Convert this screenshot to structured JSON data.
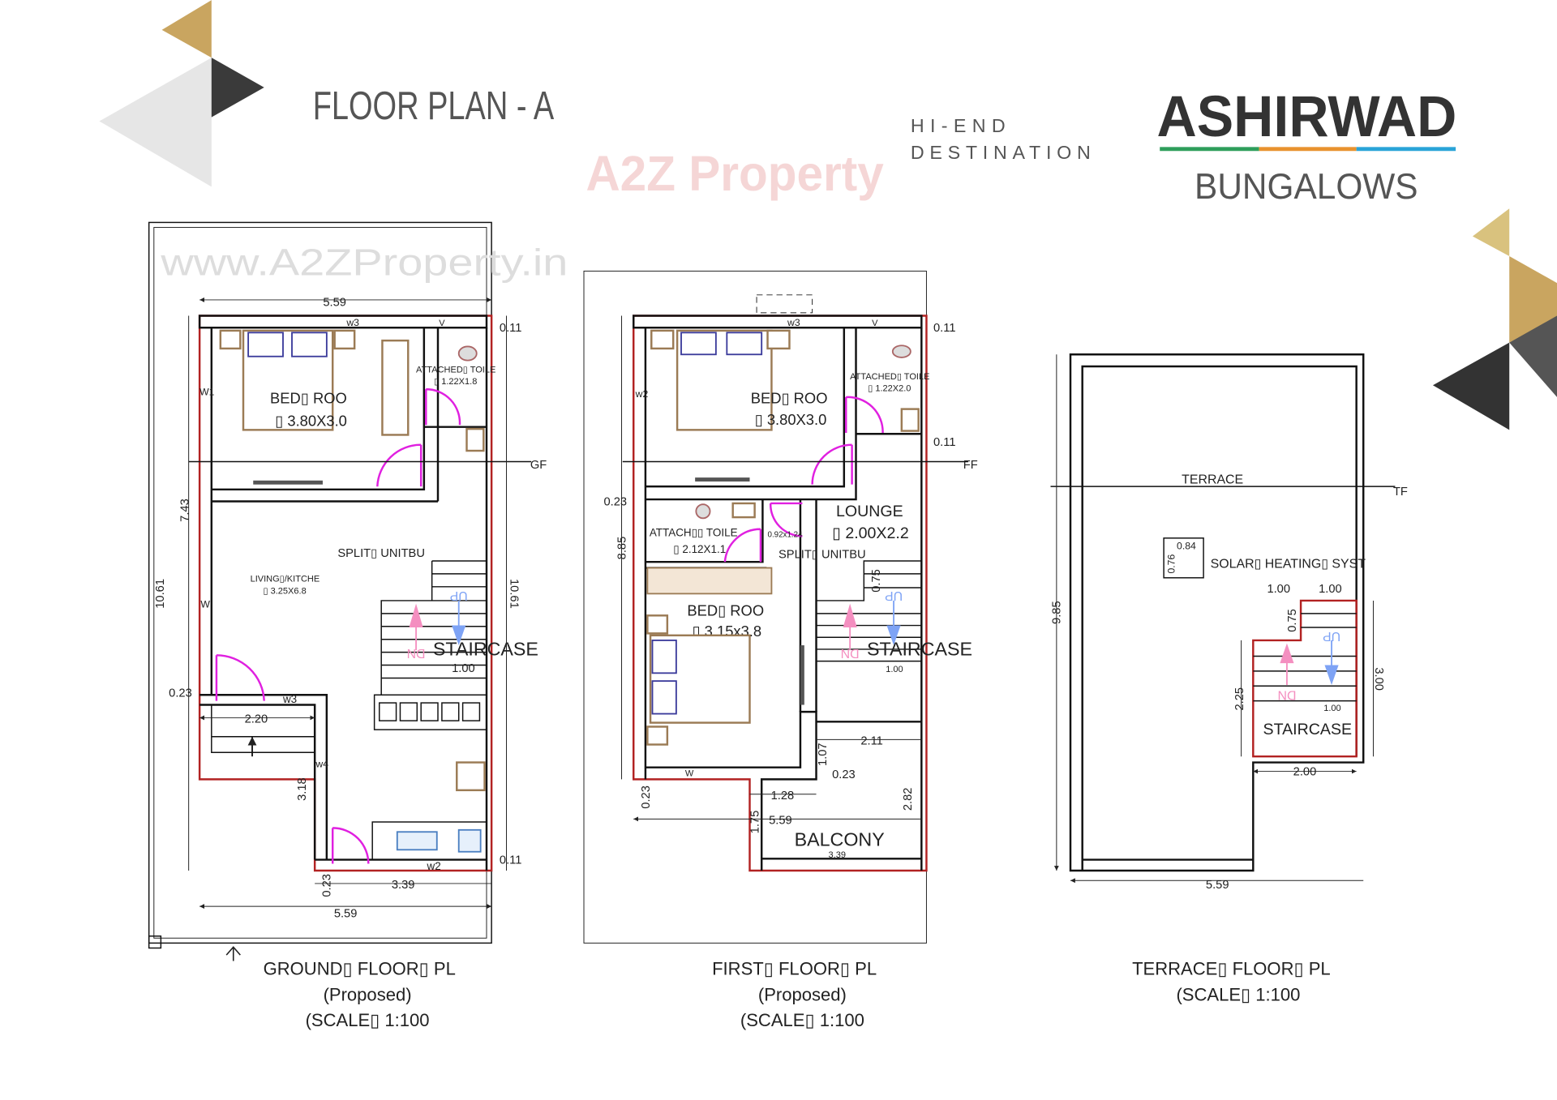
{
  "header": {
    "title": "FLOOR PLAN - A",
    "tagline_1": "HI-END",
    "tagline_2": "DESTINATION",
    "brand": "ASHIRWAD",
    "brand_sub": "BUNGALOWS",
    "watermark_logo": "A2Z Property",
    "watermark_url": "www.A2ZProperty.in",
    "brand_line_colors": [
      "#2e9e5b",
      "#e8922e",
      "#2aa4d8"
    ],
    "accent_gold": "#c9a560",
    "accent_dark": "#3a3a3a"
  },
  "ground": {
    "bedroom": "BED▯ ROO",
    "bedroom_size": "▯ 3.80X3.0",
    "toilet": "ATTACHED▯ TOILE",
    "toilet_size": "▯ 1.22X1.8",
    "split_unit": "SPLIT▯ UNITBU",
    "living": "LIVING▯/KITCHE",
    "living_size": "▯ 3.25X6.8",
    "staircase": "STAIRCASE",
    "up": "UP",
    "dn": "DN",
    "level": "GF",
    "dims": {
      "top": "5.59",
      "right_gap": "0.11",
      "left_total": "10.61",
      "left_part": "7.43",
      "right_total": "10.61",
      "wall": "0.23",
      "porch": "2.20",
      "porch_depth": "3.18",
      "bottom_inner": "3.39",
      "bottom_total": "5.59",
      "bottom_wall": "0.23",
      "bottom_gap": "0.11",
      "stair_w": "1.00"
    },
    "windows": {
      "w3": "w3",
      "w3b": "w3",
      "w2": "w2",
      "w4": "w4",
      "w1": "W1",
      "w": "W",
      "v": "V"
    },
    "caption_1": "GROUND▯ FLOOR▯ PL",
    "caption_2": "(Proposed)",
    "caption_3": "(SCALE▯ 1:100"
  },
  "first": {
    "bedroom1": "BED▯ ROO",
    "bedroom1_size": "▯ 3.80X3.0",
    "toilet1": "ATTACHED▯ TOILE",
    "toilet1_size": "▯ 1.22X2.0",
    "toilet2": "ATTACH▯▯ TOILE",
    "toilet2_size": "▯ 2.12X1.1",
    "passage_size": "0.92x1.24",
    "lounge": "LOUNGE",
    "lounge_size": "▯ 2.00X2.2",
    "split_unit": "SPLIT▯ UNITBU",
    "bedroom2": "BED▯ ROO",
    "bedroom2_size": "▯ 3.15x3.8",
    "staircase": "STAIRCASE",
    "up": "UP",
    "dn": "DN",
    "balcony": "BALCONY",
    "level": "FF",
    "dims": {
      "gap_top": "0.11",
      "gap_mid": "0.11",
      "wall": "0.23",
      "left_total": "8.85",
      "stair_step": "0.75",
      "stair_w": "1.00",
      "balcony_w": "2.11",
      "d1": "1.07",
      "wall2": "0.23",
      "balcony_off": "1.28",
      "total": "5.59",
      "balcony_d": "2.82",
      "balcony_in": "3.39",
      "bottom_wall": "0.23",
      "v_small": "1.75"
    },
    "windows": {
      "w3": "w3",
      "w2": "w2",
      "w": "W",
      "v": "V"
    },
    "caption_1": "FIRST▯ FLOOR▯ PL",
    "caption_2": "(Proposed)",
    "caption_3": "(SCALE▯ 1:100"
  },
  "terrace": {
    "terrace": "TERRACE",
    "level": "TF",
    "solar": "SOLAR▯ HEATING▯ SYST",
    "solar_w": "0.84",
    "solar_h": "0.76",
    "staircase": "STAIRCASE",
    "up": "UP",
    "dn": "DN",
    "dims": {
      "height": "9.85",
      "width": "5.59",
      "stair_a": "1.00",
      "stair_b": "1.00",
      "stair_step": "0.75",
      "stair_h": "2.25",
      "stair_total": "3.00",
      "stair_w": "2.00",
      "stair_inner": "1.00"
    },
    "caption_1": "TERRACE▯ FLOOR▯ PL",
    "caption_2": "(SCALE▯ 1:100"
  }
}
